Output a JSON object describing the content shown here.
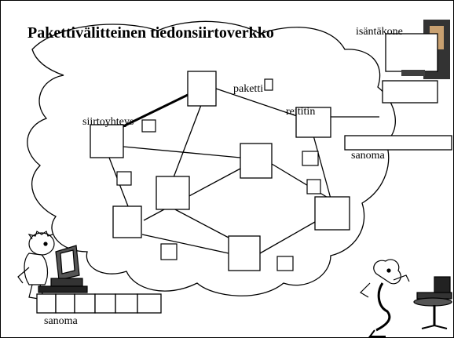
{
  "title": "Pakettivälitteinen tiedonsiirtoverkko",
  "labels": {
    "host": "isäntäkone",
    "packet": "paketti",
    "router": "reititin",
    "link": "siirtoyhteys",
    "message_right": "sanoma",
    "message_left": "sanoma"
  },
  "colors": {
    "line": "#000000",
    "background": "#ffffff",
    "host_person_skin": "#c8a070",
    "monitor_dark": "#404040"
  },
  "icons": [
    "computer-user-figure",
    "host-person-figure",
    "workstation-figure",
    "cartoon-character-figure"
  ]
}
